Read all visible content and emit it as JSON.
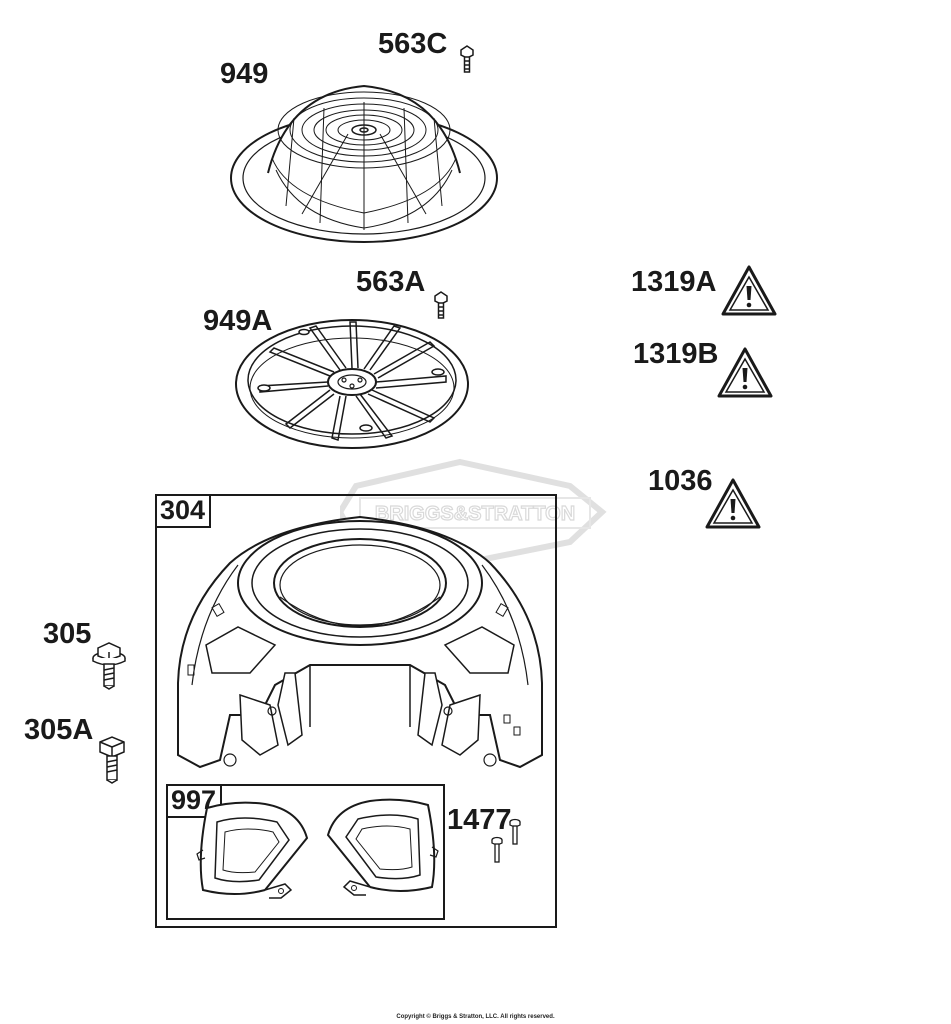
{
  "callouts": {
    "c949": "949",
    "c563C": "563C",
    "c563A": "563A",
    "c949A": "949A",
    "c1319A": "1319A",
    "c1319B": "1319B",
    "c1036": "1036",
    "c304": "304",
    "c305": "305",
    "c305A": "305A",
    "c997": "997",
    "c1477": "1477"
  },
  "watermark": "BRIGGS&STRATTON",
  "copyright": "Copyright © Briggs & Stratton, LLC. All rights reserved.",
  "colors": {
    "line": "#1a1a1a",
    "watermark": "#d9d9d9"
  },
  "icons": [
    "warning-icon",
    "bolt-icon",
    "screw-icon"
  ]
}
